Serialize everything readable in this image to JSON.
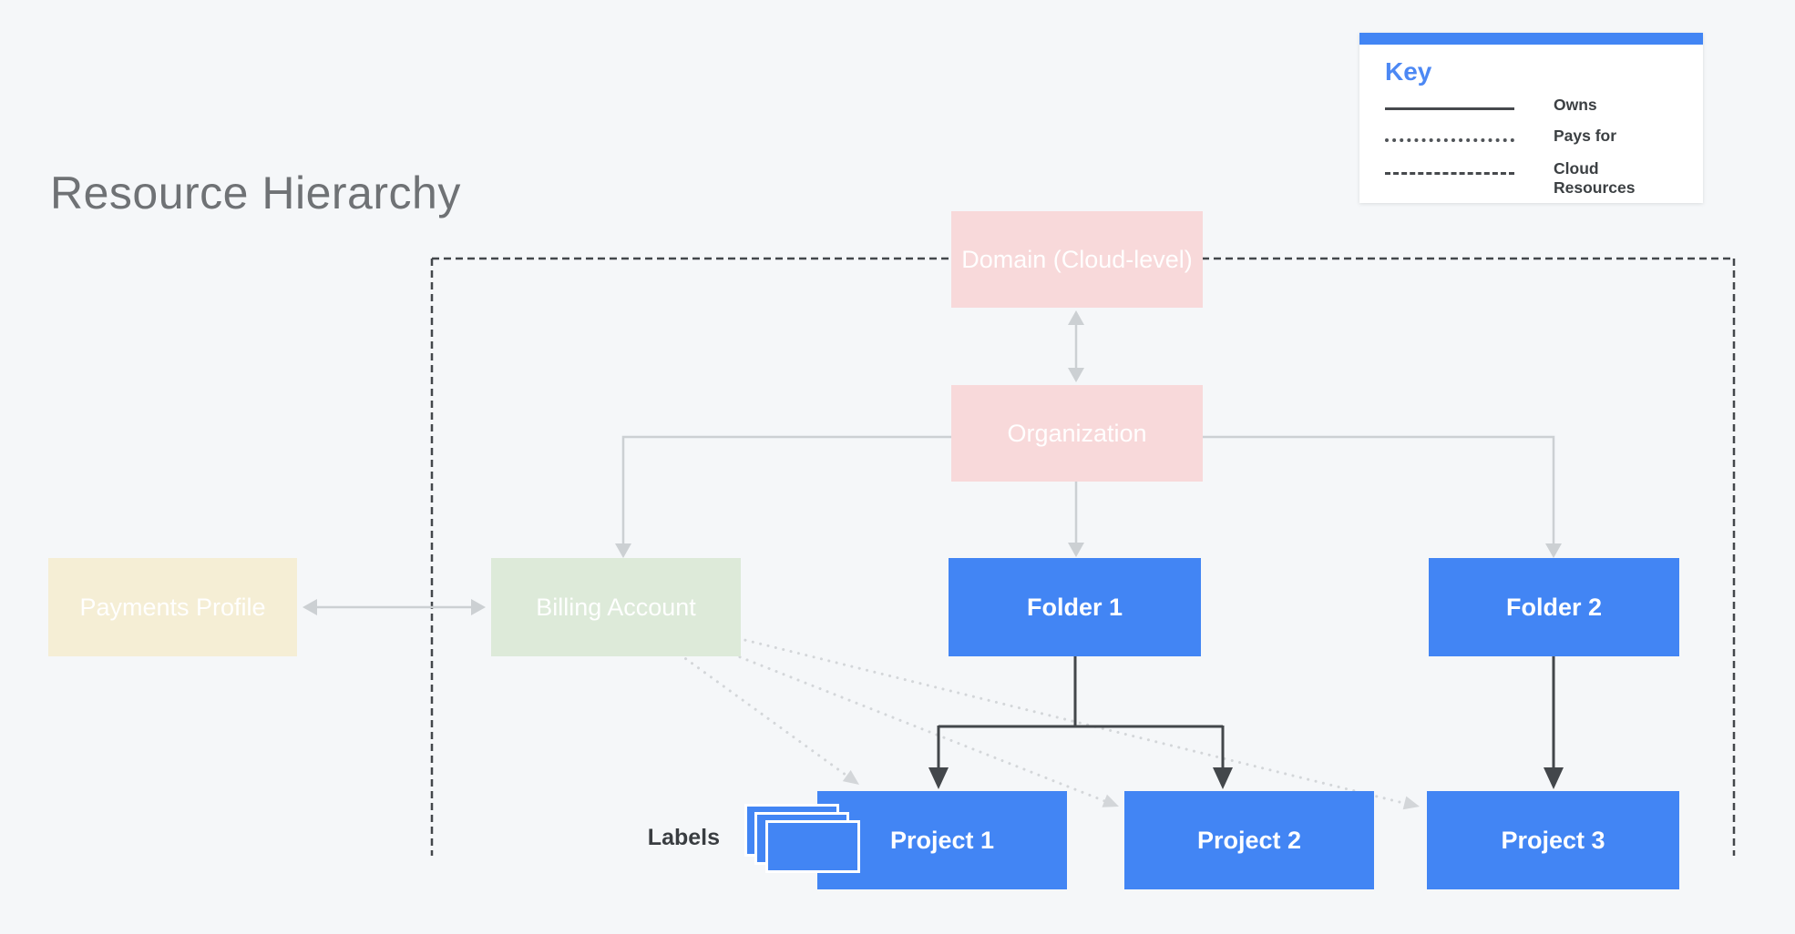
{
  "title": "Resource Hierarchy",
  "key": {
    "title": "Key",
    "items": [
      {
        "style": "solid",
        "label": "Owns"
      },
      {
        "style": "dotted",
        "label": "Pays for"
      },
      {
        "style": "dashed",
        "label": "Cloud Resources"
      }
    ]
  },
  "nodes": {
    "domain": {
      "label": "Domain (Cloud-level)",
      "color": "#f8d9da"
    },
    "organization": {
      "label": "Organization",
      "color": "#f8d9da"
    },
    "payments_profile": {
      "label": "Payments Profile",
      "color": "#f5eed5"
    },
    "billing_account": {
      "label": "Billing Account",
      "color": "#ddead9"
    },
    "folder1": {
      "label": "Folder 1",
      "color": "#4285f4"
    },
    "folder2": {
      "label": "Folder 2",
      "color": "#4285f4"
    },
    "project1": {
      "label": "Project 1",
      "color": "#4285f4"
    },
    "project2": {
      "label": "Project 2",
      "color": "#4285f4"
    },
    "project3": {
      "label": "Project 3",
      "color": "#4285f4"
    }
  },
  "labels_caption": "Labels",
  "edges": [
    {
      "from": "Domain (Cloud-level)",
      "to": "Organization",
      "relation": "Owns",
      "bidirectional": true
    },
    {
      "from": "Organization",
      "to": "Billing Account",
      "relation": "Owns"
    },
    {
      "from": "Organization",
      "to": "Folder 1",
      "relation": "Owns"
    },
    {
      "from": "Organization",
      "to": "Folder 2",
      "relation": "Owns"
    },
    {
      "from": "Payments Profile",
      "to": "Billing Account",
      "relation": "Owns",
      "bidirectional": true
    },
    {
      "from": "Folder 1",
      "to": "Project 1",
      "relation": "Owns"
    },
    {
      "from": "Folder 1",
      "to": "Project 2",
      "relation": "Owns"
    },
    {
      "from": "Folder 2",
      "to": "Project 3",
      "relation": "Owns"
    },
    {
      "from": "Billing Account",
      "to": "Project 1",
      "relation": "Pays for"
    },
    {
      "from": "Billing Account",
      "to": "Project 2",
      "relation": "Pays for"
    },
    {
      "from": "Billing Account",
      "to": "Project 3",
      "relation": "Pays for"
    },
    {
      "boundary": "Cloud Resources",
      "style": "dashed"
    }
  ],
  "colors": {
    "background": "#f5f7f9",
    "accent_blue": "#4285f4",
    "node_pink": "#f8d9da",
    "node_green": "#ddead9",
    "node_cream": "#f5eed5",
    "owns_line_gray": "#ccd0d3",
    "pays_for_dotted_gray": "#d3d6d9",
    "dark_line": "#43474b",
    "title_gray": "#6f7275"
  }
}
